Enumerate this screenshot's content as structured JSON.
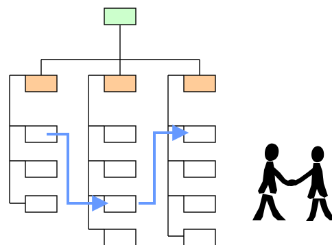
{
  "diagram": {
    "colors": {
      "root_fill": "#ccffcc",
      "header_fill": "#ffcc99",
      "box_fill": "#ffffff",
      "line": "#000000",
      "flow_arrow": "#6699ff",
      "figure": "#000000"
    },
    "nodes": {
      "root": "org-root",
      "columns": [
        {
          "header": "column-1-header",
          "children": [
            "c1-item-1",
            "c1-item-2",
            "c1-item-3"
          ]
        },
        {
          "header": "column-2-header",
          "children": [
            "c2-item-1",
            "c2-item-2",
            "c2-item-3",
            "c2-item-4"
          ]
        },
        {
          "header": "column-3-header",
          "children": [
            "c3-item-1",
            "c3-item-2",
            "c3-item-3",
            "c3-item-4"
          ]
        }
      ]
    },
    "flow": {
      "path": [
        "c1-item-1",
        "c2-item-3",
        "c3-item-1"
      ],
      "icon": "flow-arrow"
    },
    "illustration": {
      "icon": "handshake-figures-icon"
    }
  }
}
